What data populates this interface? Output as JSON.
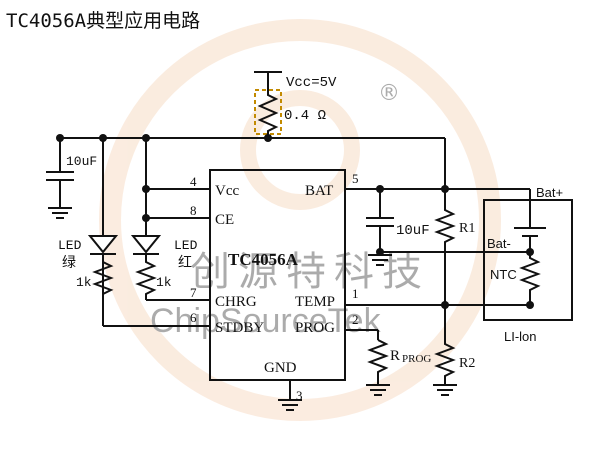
{
  "title": "TC4056A典型应用电路",
  "chip": {
    "name": "TC4056A",
    "pins_left": [
      {
        "num": "4",
        "label": "Vcc"
      },
      {
        "num": "8",
        "label": "CE"
      },
      {
        "num": "7",
        "label": "CHRG"
      },
      {
        "num": "6",
        "label": "STDBY"
      }
    ],
    "pins_right": [
      {
        "num": "5",
        "label": "BAT"
      },
      {
        "num": "1",
        "label": "TEMP"
      },
      {
        "num": "2",
        "label": "PROG"
      }
    ],
    "pin_bottom": {
      "num": "3",
      "label": "GND"
    }
  },
  "supply": {
    "label": "Vcc=5V",
    "resistor": "0.4 Ω"
  },
  "caps": {
    "input": "10uF",
    "output": "10uF"
  },
  "resistors": {
    "r1": "R1",
    "r2": "R2",
    "rprog_main": "R",
    "rprog_sub": "PROG"
  },
  "leds": {
    "green": {
      "label": "LED",
      "color": "绿",
      "resistor": "1k"
    },
    "red": {
      "label": "LED",
      "color": "红",
      "resistor": "1k"
    }
  },
  "battery": {
    "pos": "Bat+",
    "neg": "Bat-",
    "ntc": "NTC",
    "pack": "LI-lon"
  },
  "watermark": {
    "cn": "创源特科技",
    "en": "ChipSourceTek",
    "mark": "®"
  }
}
